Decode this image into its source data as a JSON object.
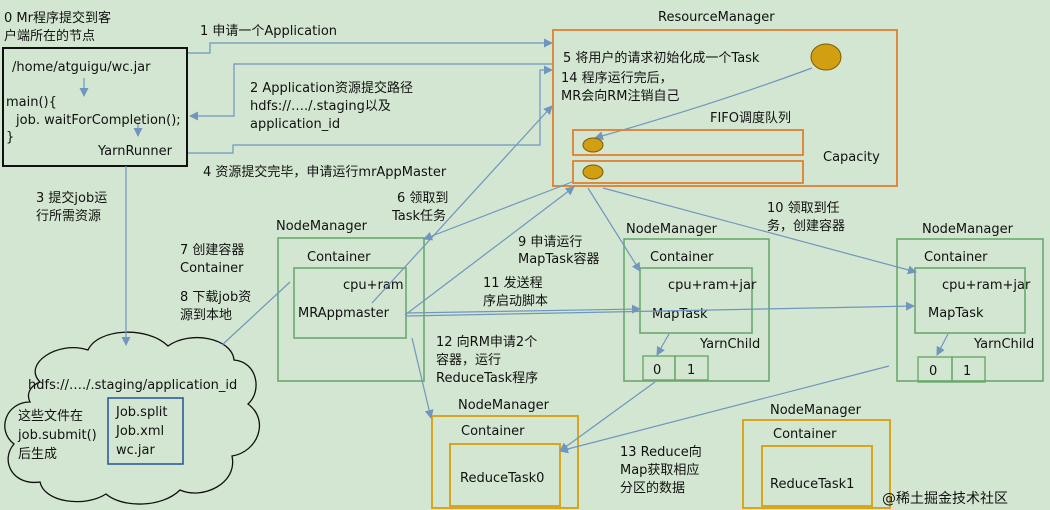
{
  "client": {
    "step0": [
      "0 Mr程序提交到客",
      "户端所在的节点"
    ],
    "path": "/home/atguigu/wc.jar",
    "code": [
      "main(){",
      "job. waitForCompletion();",
      "}"
    ],
    "runner": "YarnRunner"
  },
  "resource_manager": {
    "title": "ResourceManager",
    "step5": "5 将用户的请求初始化成一个Task",
    "step14": [
      "14 程序运行完后，",
      "MR会向RM注销自己"
    ],
    "fifo": "FIFO调度队列",
    "capacity": "Capacity"
  },
  "steps": {
    "s1": "1 申请一个Application",
    "s2": [
      "2 Application资源提交路径",
      "hdfs://…./.staging以及",
      "application_id"
    ],
    "s3": [
      "3 提交job运",
      "行所需资源"
    ],
    "s4": "4 资源提交完毕，申请运行mrAppMaster",
    "s6": [
      "6 领取到",
      "Task任务"
    ],
    "s7": [
      "7 创建容器",
      "Container"
    ],
    "s8": [
      "8 下载job资",
      "源到本地"
    ],
    "s9": [
      "9 申请运行",
      "MapTask容器"
    ],
    "s10": [
      "10 领取到任",
      "务，创建容器"
    ],
    "s11": [
      "11 发送程",
      "序启动脚本"
    ],
    "s12": [
      "12 向RM申请2个",
      "容器，运行",
      "ReduceTask程序"
    ],
    "s13": [
      "13 Reduce向",
      "Map获取相应",
      "分区的数据"
    ]
  },
  "node_app": {
    "title": "NodeManager",
    "container": "Container",
    "res": "cpu+ram",
    "proc": "MRAppmaster"
  },
  "node_map1": {
    "title": "NodeManager",
    "container": "Container",
    "res": "cpu+ram+jar",
    "proc": "MapTask",
    "child": "YarnChild",
    "cells": [
      "0",
      "1"
    ]
  },
  "node_map2": {
    "title": "NodeManager",
    "container": "Container",
    "res": "cpu+ram+jar",
    "proc": "MapTask",
    "child": "YarnChild",
    "cells": [
      "0",
      "1"
    ]
  },
  "node_red0": {
    "title": "NodeManager",
    "container": "Container",
    "proc": "ReduceTask0"
  },
  "node_red1": {
    "title": "NodeManager",
    "container": "Container",
    "proc": "ReduceTask1"
  },
  "hdfs": {
    "path": "hdfs://…./.staging/application_id",
    "note": [
      "这些文件在",
      "job.submit()",
      "后生成"
    ],
    "files": [
      "Job.split",
      "Job.xml",
      "wc.jar"
    ]
  },
  "watermark": "@稀土掘金技术社区",
  "colors": {
    "background": "#d3e6d1",
    "arrow": "#6f96bf",
    "bubble": "#d39f12",
    "rm_border": "#e07f2e",
    "reduce_border": "#d8a51e"
  }
}
